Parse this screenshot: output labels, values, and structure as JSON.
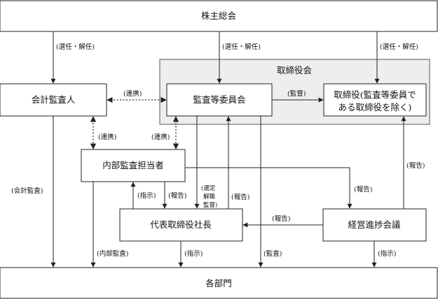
{
  "nodes": {
    "shareholders": "株主総会",
    "board_group": "取締役会",
    "auditor": "会計監査人",
    "audit_committee": "監査等委員会",
    "directors_line1": "取締役(監査等委員で",
    "directors_line2": "ある取締役を除く)",
    "internal_audit": "内部監査担当者",
    "president": "代表取締役社長",
    "progress_meeting": "経営進捗会議",
    "departments": "各部門"
  },
  "edges": {
    "elect_1": "(選任・解任)",
    "elect_2": "(選任・解任)",
    "elect_3": "(選任・解任)",
    "cooperate_1": "(連携)",
    "cooperate_2": "(連携)",
    "cooperate_3": "(連携)",
    "supervise": "(監督)",
    "report_upper": "(報告)",
    "report_meeting": "(報告)",
    "report_ia": "(報告)",
    "report_pres": "(報告)",
    "report_pres_meeting": "(報告)",
    "instruct_ia": "(指示)",
    "instruct_pres": "(指示)",
    "instruct_meeting": "(指示)",
    "sel_line1": "(選定",
    "sel_line2": "解職",
    "sel_line3": "監督)",
    "accounting_audit": "(会計監査)",
    "internal_audit_label": "(内部監査)",
    "audit": "(監査)"
  }
}
